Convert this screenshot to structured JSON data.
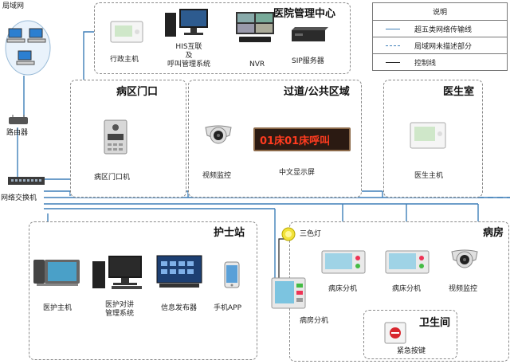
{
  "top_left": {
    "lan_label": "局域网",
    "router_label": "路由器",
    "switch_label": "网络交换机"
  },
  "hospital_mgmt": {
    "title": "医院管理中心",
    "items": [
      "行政主机",
      "HIS互联\n及\n呼叫管理系统",
      "NVR",
      "SIP服务器"
    ]
  },
  "legend": {
    "header": "说明",
    "rows": [
      {
        "label": "超五类网络传输线",
        "style": "solid",
        "color": "#3f7fb8"
      },
      {
        "label": "局域网未描述部分",
        "style": "dashed",
        "color": "#3f7fb8"
      },
      {
        "label": "控制线",
        "style": "solid",
        "color": "#222222"
      }
    ]
  },
  "ward_entrance": {
    "title": "病区门口",
    "items": [
      "病区门口机"
    ]
  },
  "corridor": {
    "title": "过道/公共区域",
    "items": [
      "视频监控",
      "中文显示屏"
    ],
    "led_text": "01床01床呼叫"
  },
  "doctor_room": {
    "title": "医生室",
    "items": [
      "医生主机"
    ]
  },
  "nurse_station": {
    "title": "护士站",
    "items": [
      "医护主机",
      "医护对讲\n管理系统",
      "信息发布器",
      "手机APP"
    ]
  },
  "ward": {
    "title": "病房",
    "items": [
      "三色灯",
      "病床分机",
      "病床分机",
      "视频监控",
      "病房分机"
    ]
  },
  "bathroom": {
    "title": "卫生间",
    "items": [
      "紧急按键"
    ]
  }
}
